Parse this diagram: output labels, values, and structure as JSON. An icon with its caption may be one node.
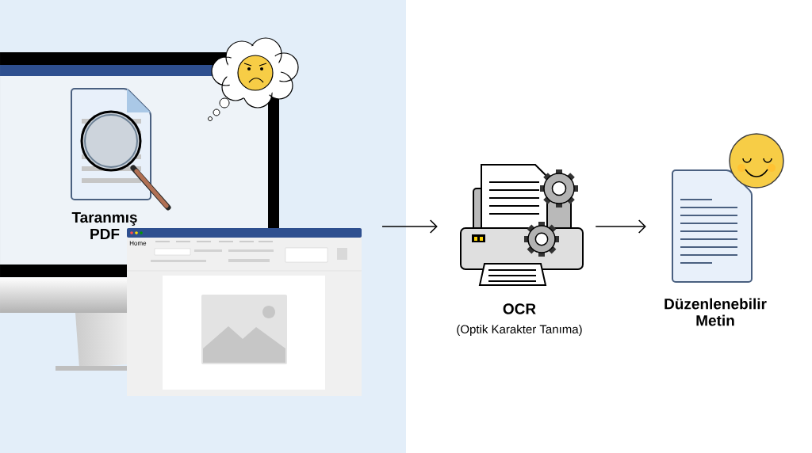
{
  "diagram": {
    "nodes": [
      {
        "text": [
          "Taranmış PDF"
        ]
      },
      {
        "text": [
          "OCR",
          "(Optik Karakter Tanıma)"
        ]
      },
      {
        "text": [
          "Düzenlenebilir Metin"
        ]
      }
    ],
    "edges": [
      {
        "from": null,
        "to": 1,
        "arrow": "to"
      },
      {
        "from": 1,
        "to": 2,
        "arrow": "to"
      }
    ],
    "labels": [
      "Home"
    ]
  }
}
